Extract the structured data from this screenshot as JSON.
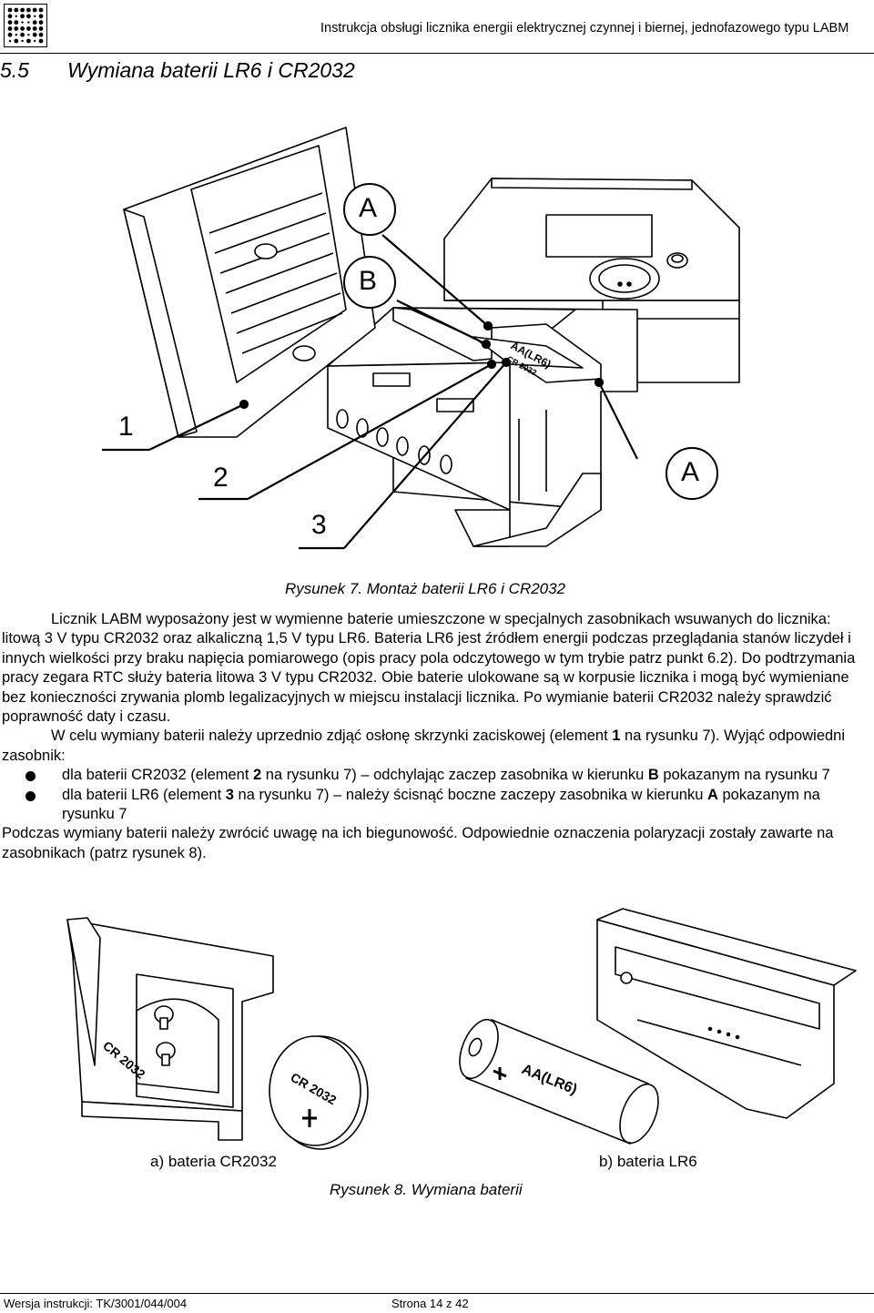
{
  "header": {
    "title": "Instrukcja obsługi licznika energii elektrycznej czynnej i biernej, jednofazowego typu LABM"
  },
  "section": {
    "number": "5.5",
    "title": "Wymiana baterii LR6 i CR2032"
  },
  "figure7": {
    "caption": "Rysunek 7. Montaż baterii LR6 i CR2032",
    "labels": {
      "a_top": "A",
      "b": "B",
      "a_right": "A",
      "one": "1",
      "two": "2",
      "three": "3"
    },
    "battery_text_1": "AA(LR6)",
    "battery_text_2": "CR 2032"
  },
  "body": {
    "p1": "Licznik LABM wyposażony jest w wymienne baterie umieszczone w specjalnych zasobnikach wsuwanych do licznika: litową 3 V typu CR2032 oraz alkaliczną 1,5 V typu LR6. Bateria LR6 jest źródłem energii podczas przeglądania stanów liczydeł i innych wielkości przy braku napięcia pomiarowego (opis pracy pola odczytowego w tym trybie patrz punkt 6.2). Do podtrzymania pracy zegara RTC służy bateria litowa 3 V typu CR2032. Obie baterie ulokowane są w korpusie licznika i mogą być wymieniane bez konieczności zrywania plomb legalizacyjnych w miejscu instalacji licznika. Po wymianie baterii CR2032 należy sprawdzić poprawność daty i czasu.",
    "p2_a": "W celu wymiany baterii należy uprzednio zdjąć osłonę skrzynki zaciskowej (element ",
    "p2_b": "1",
    "p2_c": " na rysunku 7). Wyjąć odpowiedni zasobnik:",
    "bullet1_a": "dla baterii CR2032 (element ",
    "bullet1_b": "2",
    "bullet1_c": " na rysunku 7) – odchylając zaczep zasobnika w kierunku ",
    "bullet1_d": "B",
    "bullet1_e": " pokazanym na rysunku 7",
    "bullet2_a": "dla baterii LR6 (element ",
    "bullet2_b": "3",
    "bullet2_c": " na rysunku 7) – należy ścisnąć boczne zaczepy zasobnika w kierunku ",
    "bullet2_d": "A",
    "bullet2_e": " pokazanym na rysunku 7",
    "p3": "Podczas wymiany baterii należy zwrócić uwagę na ich biegunowość. Odpowiednie oznaczenia polaryzacji zostały zawarte na zasobnikach (patrz rysunek 8)."
  },
  "figure8": {
    "label_a": "a) bateria CR2032",
    "label_b": "b) bateria LR6",
    "caption": "Rysunek 8. Wymiana baterii",
    "coin_text": "CR 2032",
    "holder_text": "CR 2032",
    "aa_text": "AA(LR6)"
  },
  "footer": {
    "version": "Wersja instrukcji: TK/3001/044/004",
    "page": "Strona 14 z 42"
  }
}
